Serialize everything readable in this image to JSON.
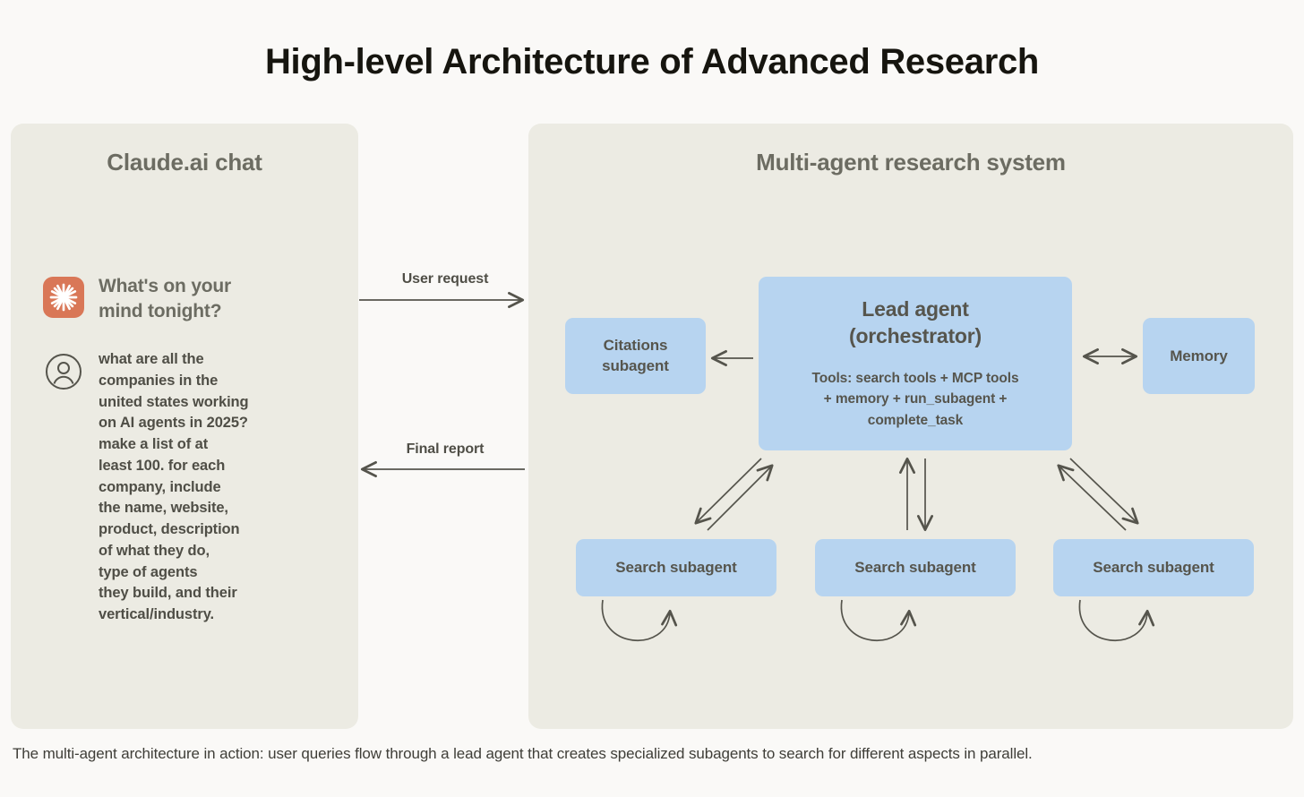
{
  "title": "High-level Architecture of Advanced Research",
  "panels": {
    "left": {
      "title": "Claude.ai chat"
    },
    "right": {
      "title": "Multi-agent research system"
    }
  },
  "chat": {
    "logo_icon": "claude-starburst-icon",
    "greeting": "What's on your\nmind tonight?",
    "user_icon": "user-avatar-icon",
    "query": "what are all the\ncompanies in the\nunited states working\non AI agents in 2025?\nmake a list of at\nleast 100. for each\ncompany, include\nthe name, website,\nproduct, description\nof what they do,\ntype of agents\nthey build, and their\nvertical/industry."
  },
  "flows": {
    "user_request": "User request",
    "final_report": "Final report"
  },
  "nodes": {
    "lead": {
      "title": "Lead agent\n(orchestrator)",
      "tools": "Tools: search tools + MCP tools\n+ memory + run_subagent +\ncomplete_task"
    },
    "citations": "Citations\nsubagent",
    "memory": "Memory",
    "search_subagents": [
      "Search subagent",
      "Search subagent",
      "Search subagent"
    ]
  },
  "caption": "The multi-agent architecture in action: user queries flow through a lead agent that creates specialized subagents to search for different aspects in parallel.",
  "colors": {
    "page_background": "#faf9f7",
    "panel_background": "#ecebe3",
    "node_fill": "#b7d4f0",
    "node_text": "#56554d",
    "panel_title": "#6c6c62",
    "accent_orange": "#d97757",
    "arrow_stroke": "#55544c"
  }
}
